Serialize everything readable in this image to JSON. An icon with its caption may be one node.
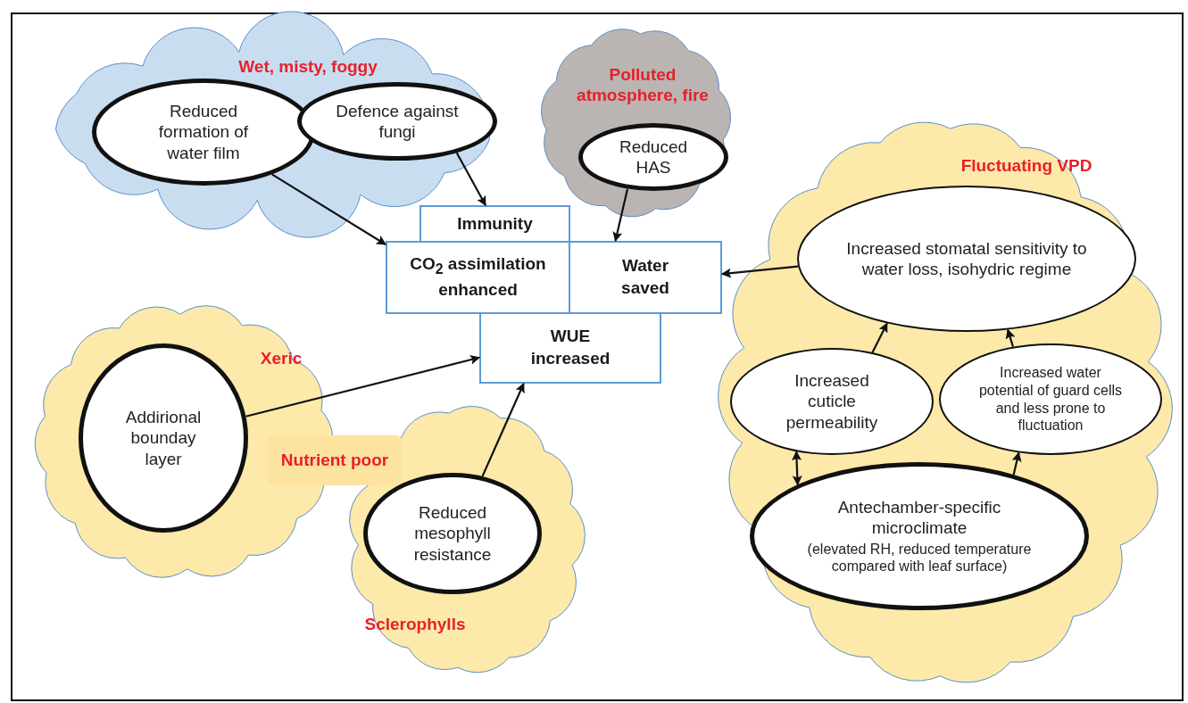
{
  "diagram": {
    "nodes": [
      {
        "text": [
          "Wet, misty, foggy"
        ]
      },
      {
        "text": [
          "Reduced formation of water film"
        ],
        "in": 0
      },
      {
        "text": [
          "Defence against fungi"
        ],
        "in": 0
      },
      {
        "text": [
          "Polluted atmosphere, fire"
        ]
      },
      {
        "text": [
          "Reduced HAS"
        ],
        "in": 3
      },
      {
        "text": [
          "Immunity"
        ]
      },
      {
        "text": [
          "CO$_{2}$ assimilation enhanced"
        ]
      },
      {
        "text": [
          "Water saved"
        ]
      },
      {
        "text": [
          "WUE increased"
        ]
      },
      {
        "text": [
          "Fluctuating VPD"
        ]
      },
      {
        "text": [
          "Increased stomatal sensitivity to water loss, isohydric regime"
        ],
        "in": 9
      },
      {
        "text": [
          "Increased cuticle permeability"
        ],
        "in": 9
      },
      {
        "text": [
          "Increased water potential of guard cells and less prone to fluctuation"
        ],
        "in": 9
      },
      {
        "text": [
          "Antechamber-specific microclimate",
          "(elevated RH, reduced temperature compared with leaf surface)"
        ],
        "in": 9
      },
      {
        "text": [
          "Xeric"
        ]
      },
      {
        "text": [
          "Addirional bounday layer"
        ],
        "in": 14
      },
      {
        "text": [
          "Nutrient poor"
        ]
      },
      {
        "text": [
          "Sclerophylls"
        ]
      },
      {
        "text": [
          "Reduced mesophyll resistance"
        ],
        "in": 17
      }
    ],
    "edges": [
      {
        "from": 1,
        "to": 6,
        "arrow": "to"
      },
      {
        "from": 2,
        "to": 5,
        "arrow": "to"
      },
      {
        "from": 4,
        "to": 7,
        "arrow": "to"
      },
      {
        "from": 10,
        "to": 7,
        "arrow": "to"
      },
      {
        "from": 15,
        "to": 8,
        "arrow": "to"
      },
      {
        "from": 18,
        "to": 8,
        "arrow": "to"
      },
      {
        "from": 11,
        "to": 10,
        "arrow": "to"
      },
      {
        "from": 12,
        "to": 10,
        "arrow": "to"
      },
      {
        "from": 11,
        "to": 13,
        "arrow": "both"
      },
      {
        "from": 13,
        "to": 12,
        "arrow": "to"
      }
    ]
  }
}
